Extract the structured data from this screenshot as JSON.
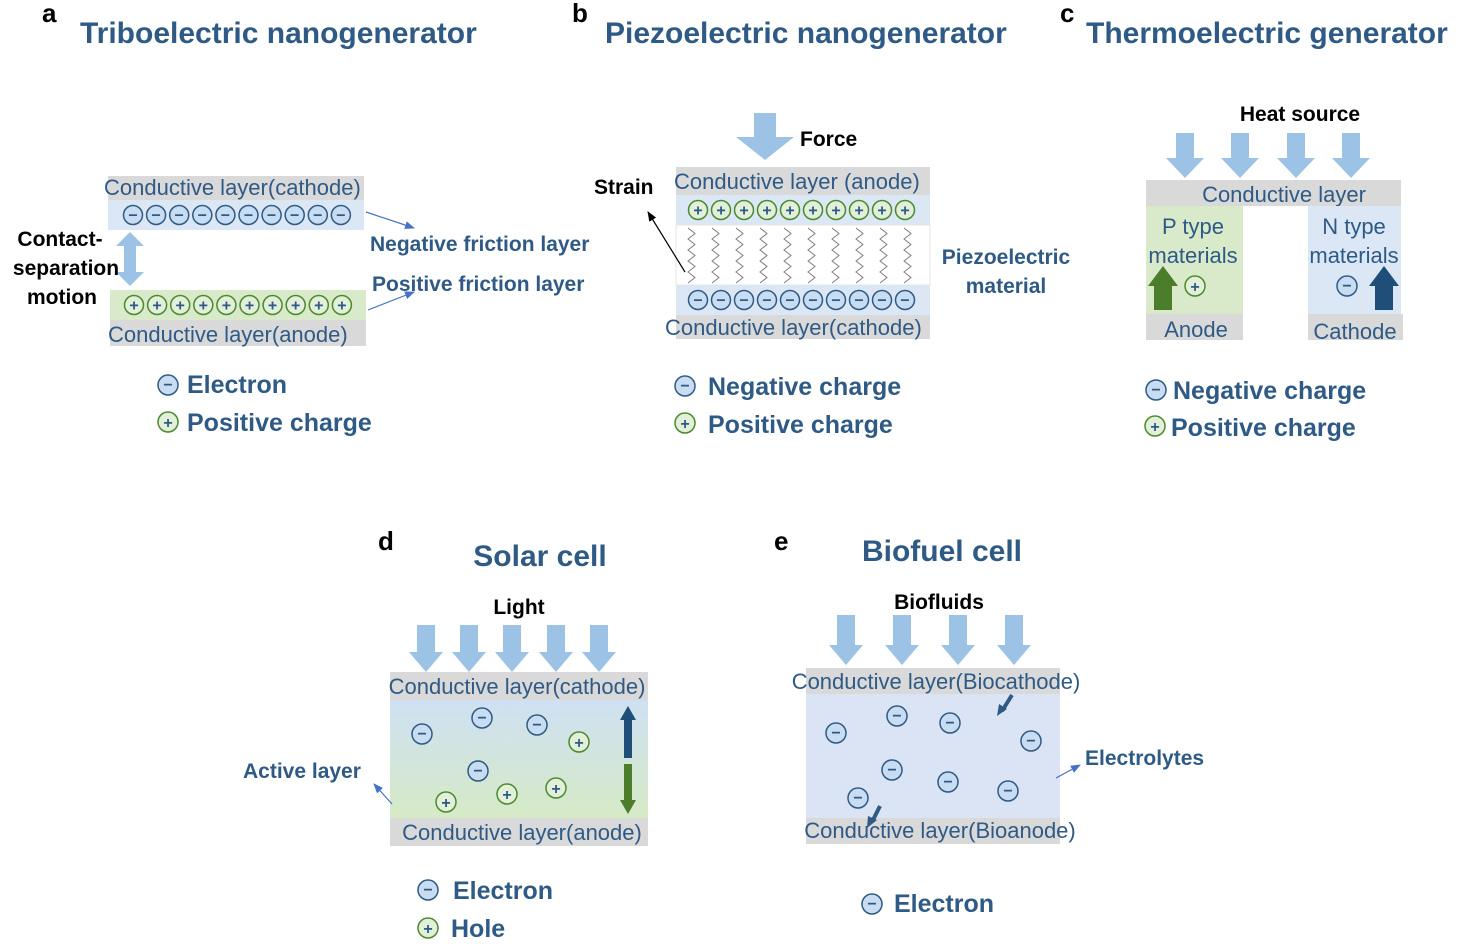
{
  "colors": {
    "title": "#2e5a85",
    "arrow": "#9cc3e6",
    "gray_layer": "#d9d9d9",
    "blue_layer": "#dbe7f5",
    "green_layer": "#d9eacb",
    "electron_fill": "#c9ddf2",
    "electron_stroke": "#2e5a85",
    "positive_fill": "#e2efd9",
    "positive_stroke": "#4b8a2e",
    "dark_green_arrow": "#4b7d2a",
    "dark_blue_arrow": "#1f4e79"
  },
  "panel_a": {
    "letter": "a",
    "title": "Triboelectric nanogenerator",
    "top_layer": "Conductive layer(cathode)",
    "bottom_layer": "Conductive layer(anode)",
    "negative_layer": "Negative friction layer",
    "positive_layer": "Positive friction layer",
    "motion_line1": "Contact-",
    "motion_line2": "separation",
    "motion_line3": "motion",
    "legend_electron": "Electron",
    "legend_positive": "Positive charge"
  },
  "panel_b": {
    "letter": "b",
    "title": "Piezoelectric nanogenerator",
    "force": "Force",
    "strain": "Strain",
    "top_layer": "Conductive layer (anode)",
    "bottom_layer": "Conductive layer(cathode)",
    "material_line1": "Piezoelectric",
    "material_line2": "material",
    "legend_negative": "Negative charge",
    "legend_positive": "Positive charge"
  },
  "panel_c": {
    "letter": "c",
    "title": "Thermoelectric generator",
    "heat": "Heat source",
    "layer": "Conductive layer",
    "p_line1": "P type",
    "p_line2": "materials",
    "n_line1": "N type",
    "n_line2": "materials",
    "anode": "Anode",
    "cathode": "Cathode",
    "legend_negative": "Negative charge",
    "legend_positive": "Positive charge"
  },
  "panel_d": {
    "letter": "d",
    "title": "Solar cell",
    "light": "Light",
    "top_layer": "Conductive layer(cathode)",
    "bottom_layer": "Conductive layer(anode)",
    "active": "Active layer",
    "legend_electron": "Electron",
    "legend_hole": "Hole"
  },
  "panel_e": {
    "letter": "e",
    "title": "Biofuel cell",
    "biofluids": "Biofluids",
    "top_layer": "Conductive layer(Biocathode)",
    "bottom_layer": "Conductive layer(Bioanode)",
    "electrolytes": "Electrolytes",
    "legend_electron": "Electron"
  }
}
